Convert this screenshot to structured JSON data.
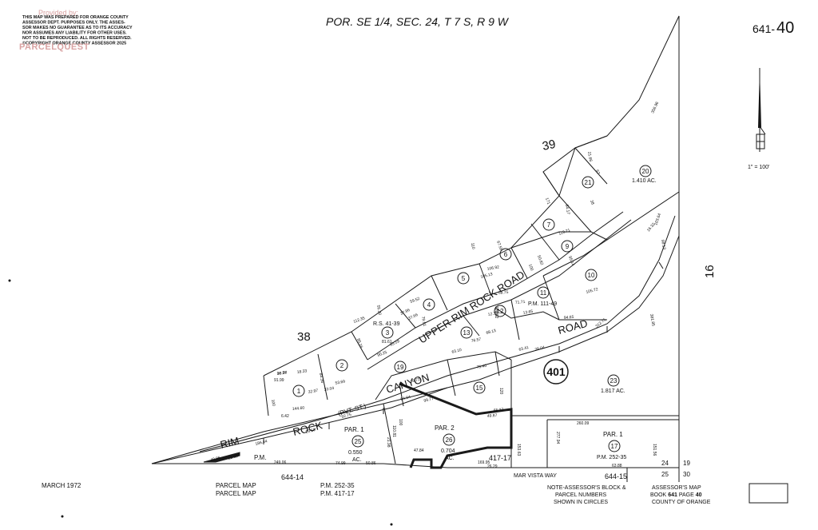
{
  "header": {
    "provided_by": "Provided by:",
    "watermark": "PARCELQUEST",
    "disclaimer": [
      "THIS MAP WAS PREPARED FOR ORANGE COUNTY",
      "ASSESSOR DEPT. PURPOSES ONLY. THE ASSES-",
      "SOR MAKES NO GUARANTEE AS TO ITS ACCURACY",
      "NOR ASSUMES ANY LIABILITY FOR OTHER USES.",
      "NOT TO BE REPRODUCED. ALL RIGHTS RESERVED.",
      "©COPYRIGHT ORANGE COUNTY ASSESSOR 2025"
    ],
    "section_title": "POR. SE 1/4, SEC. 24, T 7 S, R 9 W",
    "book_prefix": "641-",
    "book_page": "40",
    "scale": "1\" = 100'"
  },
  "streets": {
    "upper_rim_rock_road": "UPPER RIM ROCK ROAD",
    "road": "ROAD",
    "canyon": "CANYON",
    "rock": "ROCK",
    "rim": "RIM",
    "pvt_st": "(PVT. ST.)",
    "mar_vista_way": "MAR VISTA WAY"
  },
  "block_numbers": {
    "b38": "38",
    "b39": "39",
    "b16": "16",
    "b401": "401"
  },
  "parcels": [
    {
      "num": "1"
    },
    {
      "num": "2"
    },
    {
      "num": "3"
    },
    {
      "num": "4"
    },
    {
      "num": "5"
    },
    {
      "num": "6"
    },
    {
      "num": "7"
    },
    {
      "num": "9"
    },
    {
      "num": "10"
    },
    {
      "num": "11"
    },
    {
      "num": "12"
    },
    {
      "num": "13"
    },
    {
      "num": "15"
    },
    {
      "num": "17"
    },
    {
      "num": "19"
    },
    {
      "num": "20"
    },
    {
      "num": "21"
    },
    {
      "num": "23"
    },
    {
      "num": "25"
    },
    {
      "num": "26"
    }
  ],
  "parcel_notes": {
    "p20_area": "1.410 AC.",
    "p23_area": "1.817 AC.",
    "p25_area_1": "0.550",
    "p25_area_2": "AC.",
    "p26_area_1": "0.704",
    "p26_area_2": "AC.",
    "p11_pm": "P.M. 111-49",
    "rs": "R.S. 41-39",
    "par1_left": "PAR. 1",
    "par2": "PAR. 2",
    "par1_right": "PAR. 1",
    "pm_17": "P.M. 252-35",
    "pm_left": "P.M.",
    "map_417": "417-17",
    "map_644_14": "644-14",
    "map_644_15": "644-15"
  },
  "dimensions": [
    "96.57",
    "18.33",
    "91.99",
    "84.36",
    "32.97",
    "33.04",
    "53.69",
    "144.60",
    "6.42",
    "100",
    "112.35",
    "85.16",
    "81.61",
    "55.20",
    "37.66",
    "37.96",
    "90.25",
    "63.59",
    "59.52",
    "79.61",
    "110",
    "67.55",
    "105.13",
    "106.92",
    "100",
    "171",
    "84.17",
    "38",
    "21.66",
    "67",
    "95.14",
    "50.82",
    "119.21",
    "105.72",
    "94.65",
    "71.71",
    "59.75",
    "105.82",
    "12.39",
    "13.65",
    "63.10",
    "76.57",
    "68.13",
    "63.41",
    "28.04",
    "312.75",
    "381.85",
    "98.13",
    "103.64",
    "16.32",
    "356.96",
    "186.44",
    "40.86",
    "21.92",
    "249.06",
    "74.99",
    "50.86",
    "92.75",
    "29.59",
    "84.94",
    "99.77",
    "78.72",
    "75.40",
    "120",
    "49.87",
    "65.27",
    "169.95",
    "153.63",
    "47.84",
    "26.29",
    "63.88",
    "260.09",
    "277.94",
    "151.56",
    "100",
    "110.81",
    "21.98",
    "30.26"
  ],
  "corner": {
    "n24": "24",
    "n19": "19",
    "n25": "25",
    "n30": "30"
  },
  "footer": {
    "date": "MARCH 1972",
    "parcel_map_1": "PARCEL MAP",
    "parcel_map_2": "PARCEL MAP",
    "pm_1": "P.M. 252-35",
    "pm_2": "P.M. 417-17",
    "note_1": "NOTE-ASSESSOR'S BLOCK &",
    "note_2": "PARCEL NUMBERS",
    "note_3": "SHOWN IN CIRCLES",
    "book_1": "ASSESSOR'S MAP",
    "book_2_a": "BOOK ",
    "book_2_b": "641",
    "book_2_c": " PAGE ",
    "book_2_d": "40",
    "book_3": "COUNTY OF ORANGE"
  }
}
